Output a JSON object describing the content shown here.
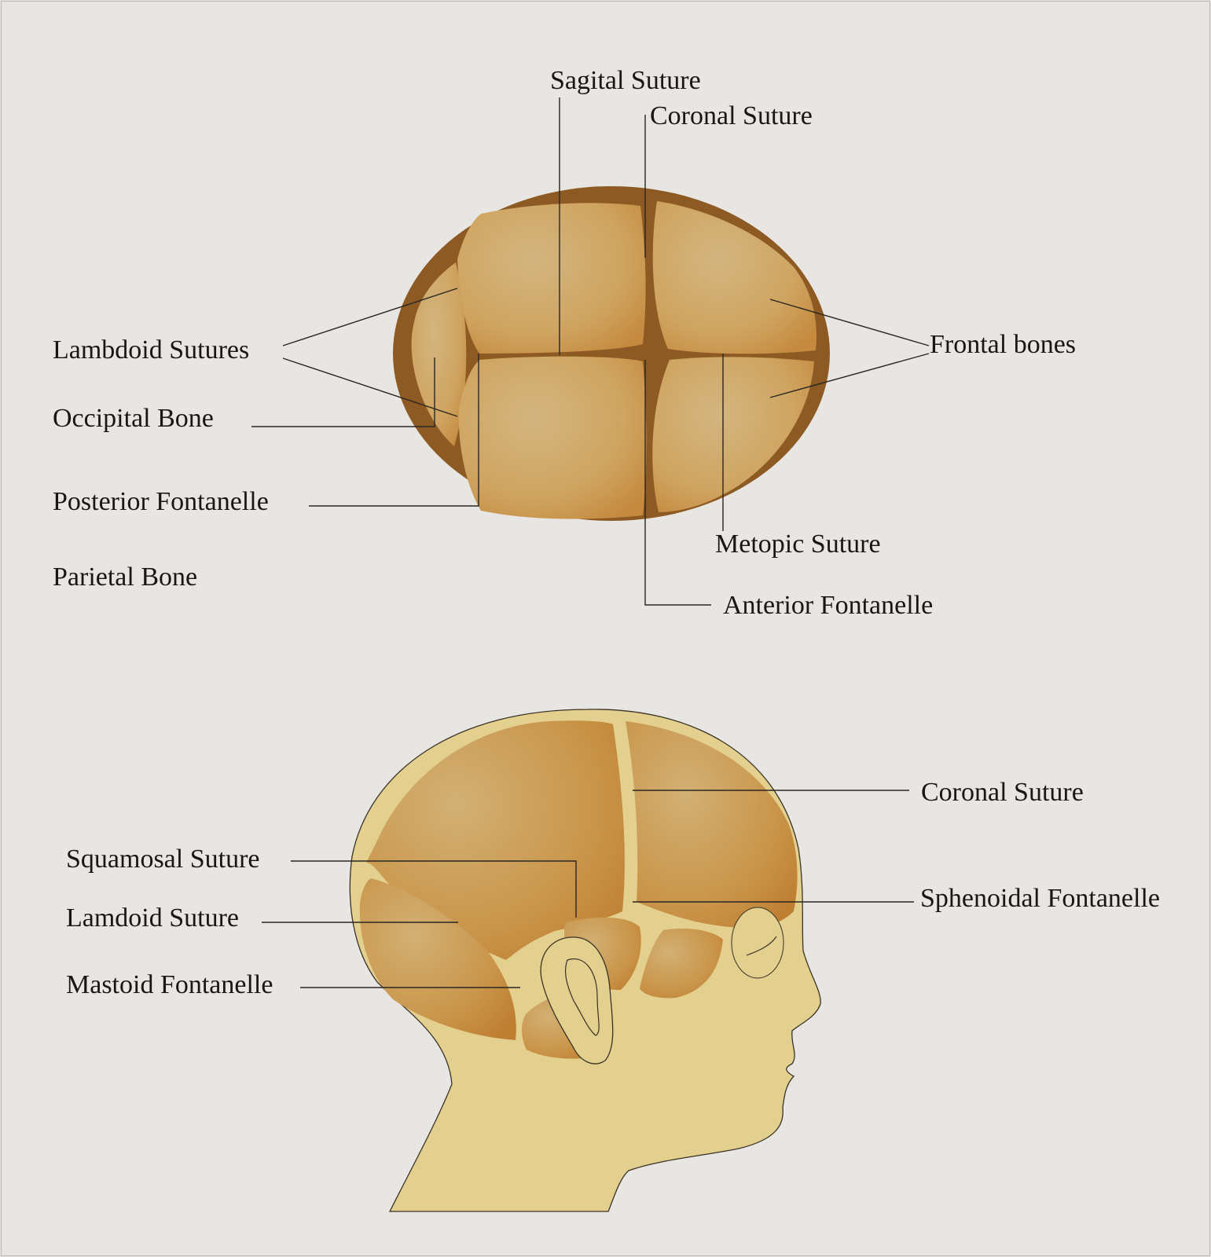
{
  "top_view": {
    "labels": {
      "sagital_suture": "Sagital Suture",
      "coronal_suture": "Coronal Suture",
      "lambdoid_sutures": "Lambdoid Sutures",
      "occipital_bone": "Occipital Bone",
      "posterior_fontanelle": "Posterior Fontanelle",
      "parietal_bone": "Parietal Bone",
      "frontal_bones": "Frontal bones",
      "metopic_suture": "Metopic Suture",
      "anterior_fontanelle": "Anterior Fontanelle"
    }
  },
  "side_view": {
    "labels": {
      "coronal_suture": "Coronal Suture",
      "squamosal_suture": "Squamosal Suture",
      "sphenoidal_fontanelle": "Sphenoidal Fontanelle",
      "lamdoid_suture": "Lamdoid Suture",
      "mastoid_fontanelle": "Mastoid Fontanelle"
    }
  },
  "colors": {
    "background": "#e8e6e3",
    "skull_rim": "#8e5a23",
    "bone_light": "#d2b27a",
    "bone_dark": "#c88f45",
    "skin": "#e3d08e"
  }
}
